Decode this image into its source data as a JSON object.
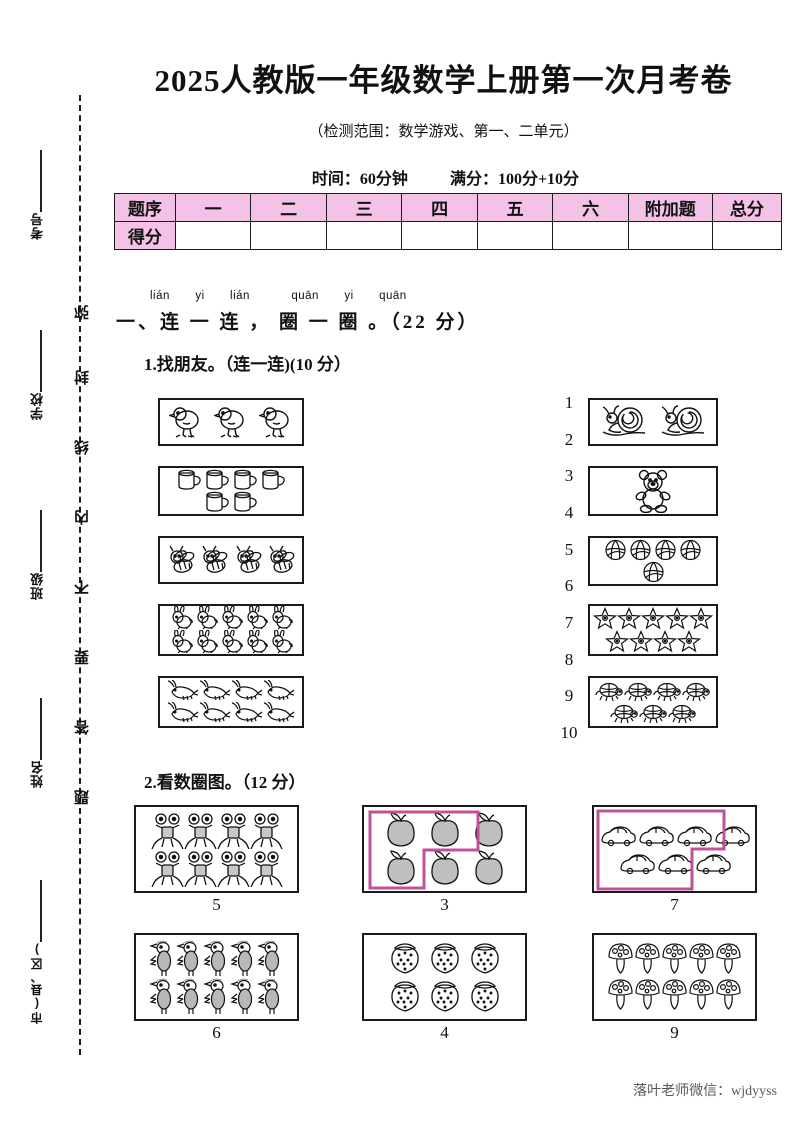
{
  "seal": {
    "fields": [
      {
        "label": "考号"
      },
      {
        "label": "学校"
      },
      {
        "label": "班级"
      },
      {
        "label": "姓名"
      },
      {
        "label": "市(县、区)"
      }
    ],
    "phrase_chars": [
      "弥",
      "封",
      "线",
      "内",
      "不",
      "要",
      "答",
      "题"
    ],
    "phrase": "弥封线内不要答题"
  },
  "header": {
    "title": "2025人教版一年级数学上册第一次月考卷",
    "scope": "（检测范围：数学游戏、第一、二单元）",
    "time_label": "时间：60分钟",
    "score_label": "满分：100分+10分"
  },
  "score_table": {
    "row_labels": [
      "题序",
      "得分"
    ],
    "columns": [
      "一",
      "二",
      "三",
      "四",
      "五",
      "六",
      "附加题",
      "总分"
    ],
    "values": [
      "",
      "",
      "",
      "",
      "",
      "",
      "",
      ""
    ],
    "header_fill": "#f4c2e6"
  },
  "section1": {
    "pinyin": [
      "lián",
      "yi",
      "lián",
      "quān",
      "yi",
      "quān"
    ],
    "title": "一、连 一 连 ， 圈 一 圈 。（22 分）",
    "q1": {
      "title": "1.找朋友。（连一连)(10 分）",
      "left_boxes": [
        {
          "item": "chick",
          "count": 3,
          "rows": 1
        },
        {
          "item": "cup",
          "count": 6,
          "rows": 2
        },
        {
          "item": "bee",
          "count": 4,
          "rows": 1
        },
        {
          "item": "rabbit",
          "count": 10,
          "rows": 2
        },
        {
          "item": "shrimp",
          "count": 8,
          "rows": 2
        }
      ],
      "numbers": [
        "1",
        "2",
        "3",
        "4",
        "5",
        "6",
        "7",
        "8",
        "9",
        "10"
      ],
      "right_boxes": [
        {
          "item": "snail",
          "count": 2,
          "rows": 1
        },
        {
          "item": "bear",
          "count": 1,
          "rows": 1
        },
        {
          "item": "volleyball",
          "count": 5,
          "rows": 2
        },
        {
          "item": "starfish",
          "count": 9,
          "rows": 2
        },
        {
          "item": "turtle",
          "count": 7,
          "rows": 2
        }
      ]
    },
    "q2": {
      "title": "2.看数圈图。（12 分）",
      "loop_color": "#c0529a",
      "cells": [
        {
          "item": "frog",
          "count": 8,
          "cols": 4,
          "label": "5",
          "circled": 0
        },
        {
          "item": "apple",
          "count": 6,
          "cols": 3,
          "label": "3",
          "circled": 3
        },
        {
          "item": "car",
          "count": 7,
          "cols": 4,
          "label": "7",
          "circled": 7
        },
        {
          "item": "bird",
          "count": 10,
          "cols": 5,
          "label": "6",
          "circled": 0
        },
        {
          "item": "strawberry",
          "count": 6,
          "cols": 3,
          "label": "4",
          "circled": 0
        },
        {
          "item": "mushroom",
          "count": 10,
          "cols": 5,
          "label": "9",
          "circled": 0
        }
      ]
    }
  },
  "footer": {
    "note": "落叶老师微信：wjdyyss"
  }
}
